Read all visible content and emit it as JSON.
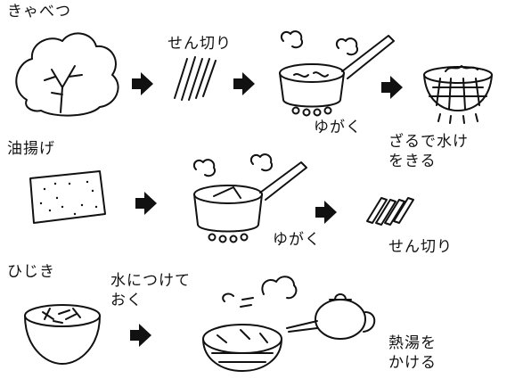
{
  "rows": [
    {
      "ingredient": "きゃべつ",
      "steps": [
        "せん切り",
        "ゆがく",
        "ざるで水け\nをきる"
      ]
    },
    {
      "ingredient": "油揚げ",
      "steps": [
        "ゆがく",
        "せん切り"
      ]
    },
    {
      "ingredient": "ひじき",
      "steps": [
        "水につけて\nおく",
        "熱湯を\nかける"
      ]
    }
  ],
  "colors": {
    "ink": "#111111",
    "background": "#ffffff"
  }
}
